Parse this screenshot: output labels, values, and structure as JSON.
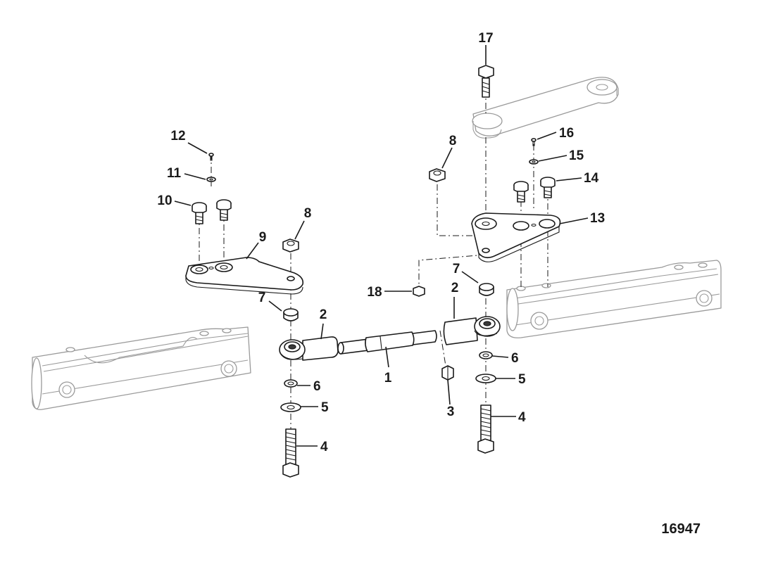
{
  "figure_number": "16947",
  "callouts": [
    {
      "id": "c1",
      "label": "1"
    },
    {
      "id": "c2a",
      "label": "2"
    },
    {
      "id": "c2b",
      "label": "2"
    },
    {
      "id": "c3",
      "label": "3"
    },
    {
      "id": "c4a",
      "label": "4"
    },
    {
      "id": "c4b",
      "label": "4"
    },
    {
      "id": "c5a",
      "label": "5"
    },
    {
      "id": "c5b",
      "label": "5"
    },
    {
      "id": "c6a",
      "label": "6"
    },
    {
      "id": "c6b",
      "label": "6"
    },
    {
      "id": "c7a",
      "label": "7"
    },
    {
      "id": "c7b",
      "label": "7"
    },
    {
      "id": "c8a",
      "label": "8"
    },
    {
      "id": "c8b",
      "label": "8"
    },
    {
      "id": "c9",
      "label": "9"
    },
    {
      "id": "c10",
      "label": "10"
    },
    {
      "id": "c11",
      "label": "11"
    },
    {
      "id": "c12",
      "label": "12"
    },
    {
      "id": "c13",
      "label": "13"
    },
    {
      "id": "c14",
      "label": "14"
    },
    {
      "id": "c15",
      "label": "15"
    },
    {
      "id": "c16",
      "label": "16"
    },
    {
      "id": "c17",
      "label": "17"
    },
    {
      "id": "c18",
      "label": "18"
    }
  ]
}
